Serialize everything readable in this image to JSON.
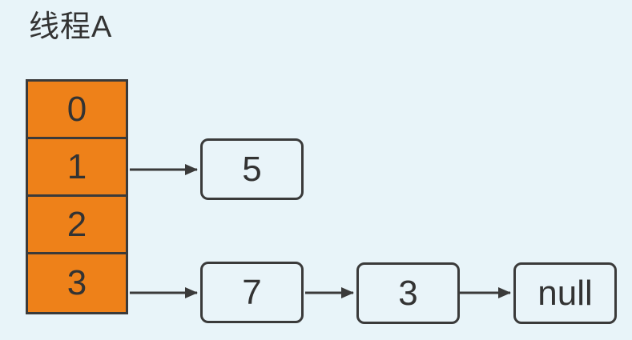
{
  "title": "线程A",
  "colors": {
    "background": "#E8F4F9",
    "bucket_fill": "#EE8119",
    "stroke": "#3A3A3A",
    "node_fill": "#E9F4F9",
    "text": "#333333"
  },
  "buckets": [
    {
      "label": "0"
    },
    {
      "label": "1"
    },
    {
      "label": "2"
    },
    {
      "label": "3"
    }
  ],
  "nodes": [
    {
      "label": "5"
    },
    {
      "label": "7"
    },
    {
      "label": "3"
    },
    {
      "label": "null"
    }
  ]
}
